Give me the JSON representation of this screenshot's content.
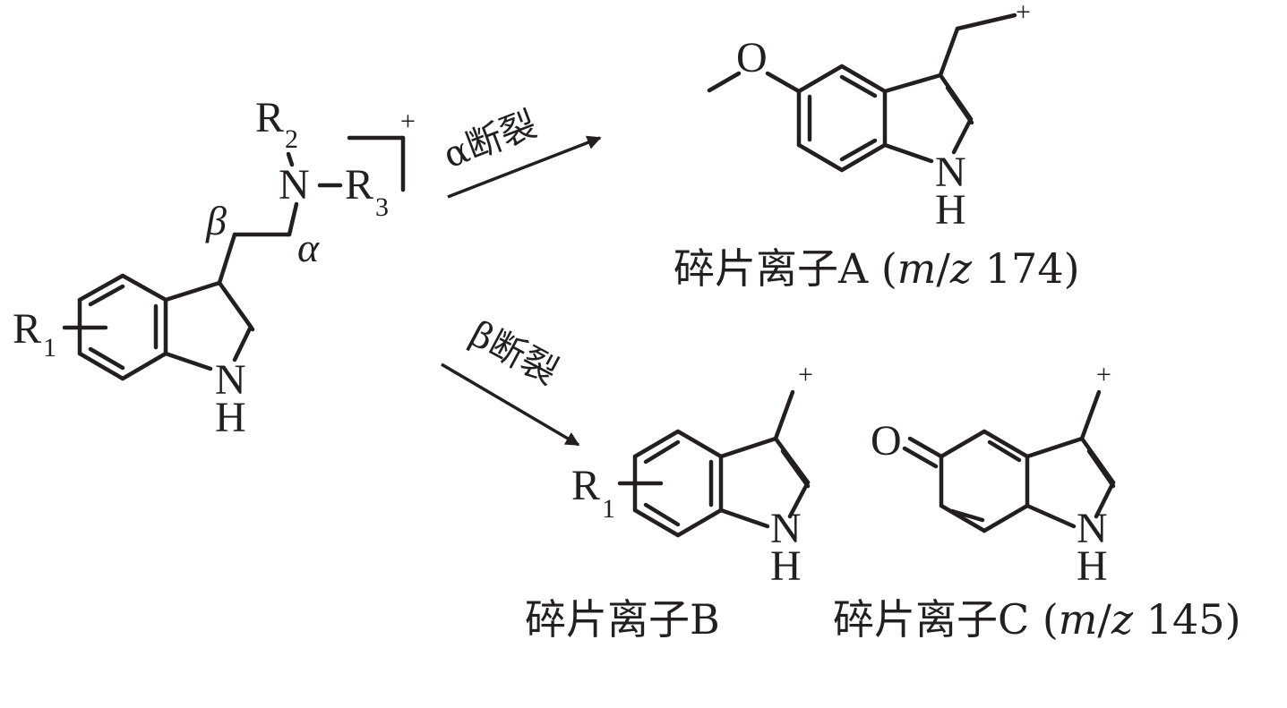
{
  "reactant": {
    "labels": {
      "r1": "R",
      "r1_sub": "1",
      "r2": "R",
      "r2_sub": "2",
      "r3": "R",
      "r3_sub": "3",
      "n_amine": "N",
      "nh_n": "N",
      "nh_h": "H",
      "charge": "+",
      "alpha": "α",
      "beta": "β"
    }
  },
  "arrows": {
    "alpha": {
      "label": "α断裂"
    },
    "beta": {
      "label": "β断裂"
    }
  },
  "fragment_a": {
    "o": "O",
    "n": "N",
    "h": "H",
    "charge": "+",
    "caption_prefix": "碎片离子A (",
    "caption_m": "m",
    "caption_slash": "/",
    "caption_z": "z",
    "caption_value": " 174)"
  },
  "fragment_b": {
    "r1": "R",
    "r1_sub": "1",
    "n": "N",
    "h": "H",
    "charge": "+",
    "caption": "碎片离子B"
  },
  "fragment_c": {
    "o": "O",
    "n": "N",
    "h": "H",
    "charge": "+",
    "caption_prefix": "碎片离子C (",
    "caption_m": "m",
    "caption_slash": "/",
    "caption_z": "z",
    "caption_value": " 145)"
  }
}
